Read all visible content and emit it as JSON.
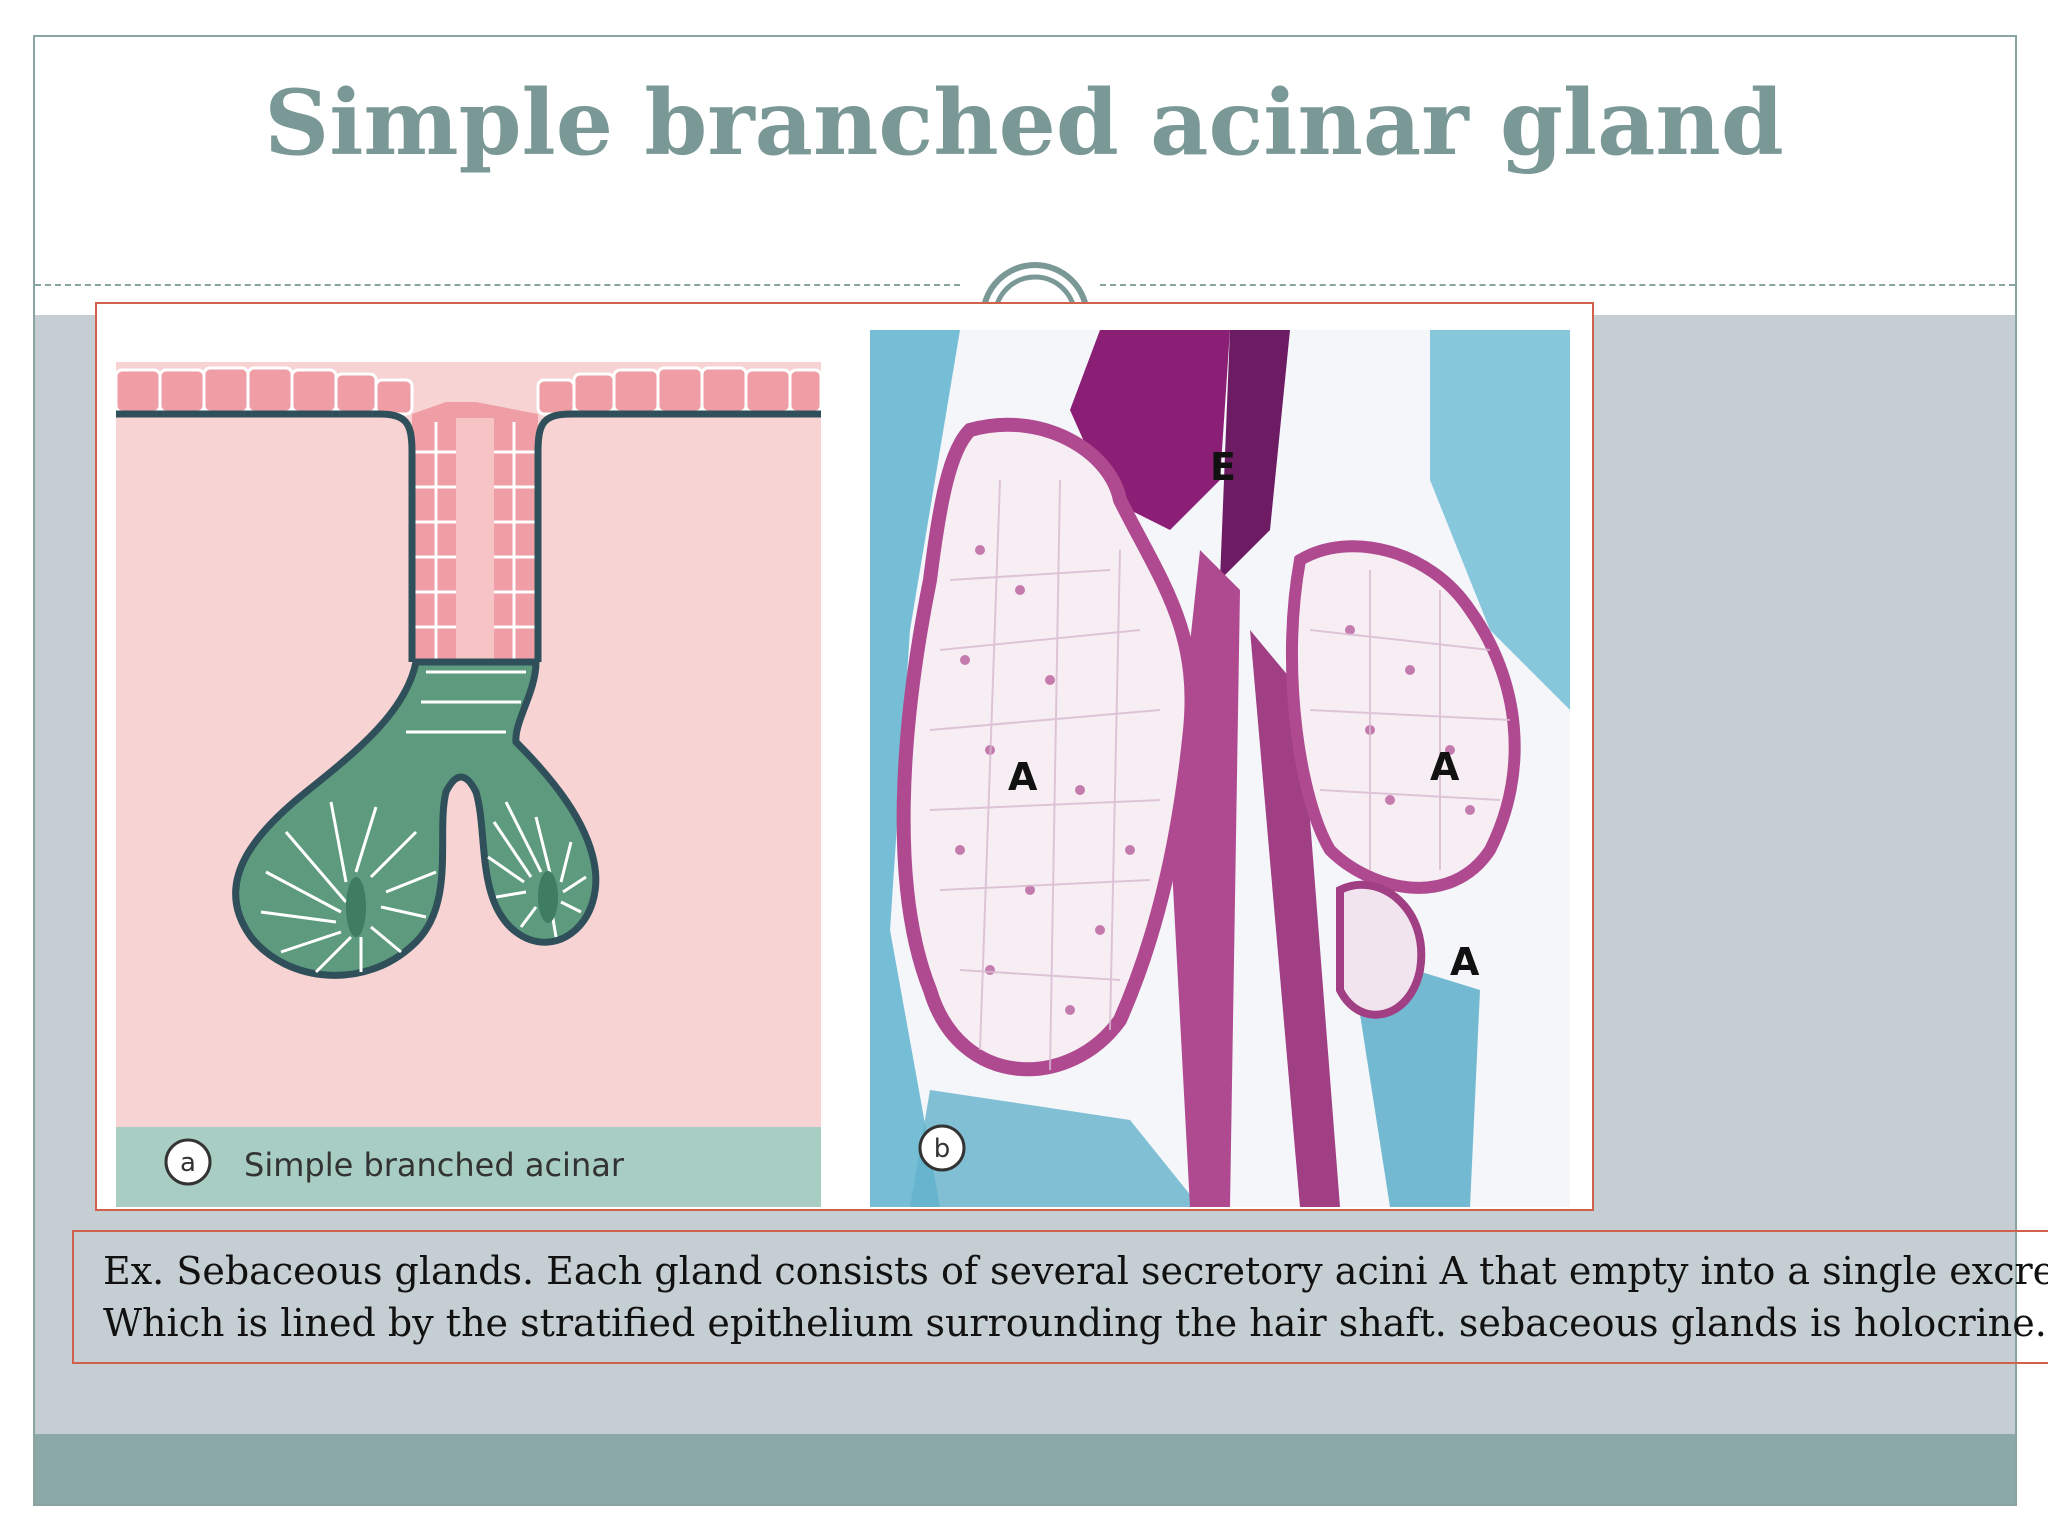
{
  "slide": {
    "title": "Simple branched acinar gland",
    "caption_lines": [
      "Ex. Sebaceous glands. Each gland consists of several secretory acini A that empty into a single excretory",
      "Which is lined by the stratified epithelium surrounding the hair shaft. sebaceous glands is holocrine."
    ]
  },
  "figure": {
    "panel_a": {
      "marker": "a",
      "label": "Simple branched acinar"
    },
    "panel_b": {
      "marker": "b",
      "labels": [
        "E",
        "A",
        "A",
        "A"
      ]
    }
  },
  "colors": {
    "title": "#7a9896",
    "border": "#d0614b",
    "body_bg": "#c5ced2",
    "footer_bg": "#8aa9a7",
    "gland_green": "#5e9b7e",
    "tissue_pink": "#f7d3d4"
  }
}
